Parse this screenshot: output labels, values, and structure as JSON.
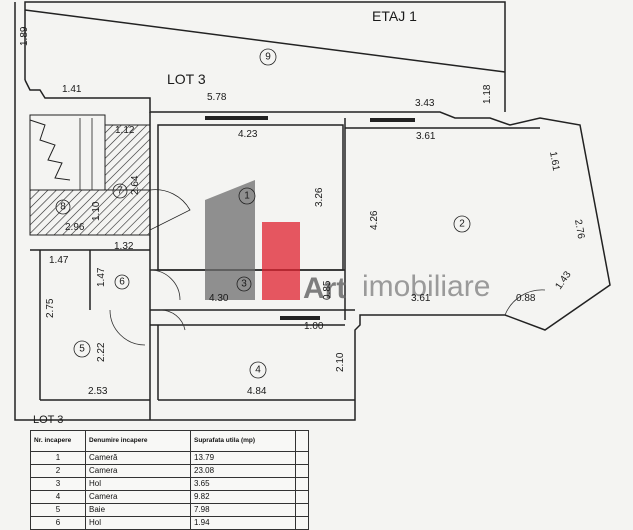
{
  "floor_label": "ETAJ 1",
  "lot_label_top": "LOT 3",
  "lot_label_bottom": "LOT 3",
  "watermark": {
    "brand": "Art",
    "suffix": "imobiliare",
    "colors": {
      "grey": "#6e6e6e",
      "red": "#e0212f"
    }
  },
  "room_numbers": [
    "1",
    "2",
    "3",
    "4",
    "5",
    "6",
    "7",
    "8",
    "9"
  ],
  "dimensions": {
    "d189": "1.89",
    "d141": "1.41",
    "d578": "5.78",
    "d343": "3.43",
    "d118": "1.18",
    "d112": "1.12",
    "d423": "4.23",
    "d361a": "3.61",
    "d161": "1.61",
    "d264": "2.64",
    "d326": "3.26",
    "d426": "4.26",
    "d276": "2.76",
    "d110": "1.10",
    "d296": "2.96",
    "d132": "1.32",
    "d147a": "1.47",
    "d147b": "1.47",
    "d275": "2.75",
    "d430": "4.30",
    "d085": "0.85",
    "d361b": "3.61",
    "d088": "0.88",
    "d143": "1.43",
    "d100": "1.00",
    "d222": "2.22",
    "d210": "2.10",
    "d253": "2.53",
    "d484": "4.84"
  },
  "table": {
    "headers": [
      "Nr. incapere",
      "Denumire incapere",
      "Suprafata utila (mp)",
      ""
    ],
    "rows": [
      [
        "1",
        "Cameră",
        "13.79",
        ""
      ],
      [
        "2",
        "Camera",
        "23.08",
        ""
      ],
      [
        "3",
        "Hol",
        "3.65",
        ""
      ],
      [
        "4",
        "Camera",
        "9.82",
        ""
      ],
      [
        "5",
        "Baie",
        "7.98",
        ""
      ],
      [
        "6",
        "Hol",
        "1.94",
        ""
      ]
    ]
  }
}
